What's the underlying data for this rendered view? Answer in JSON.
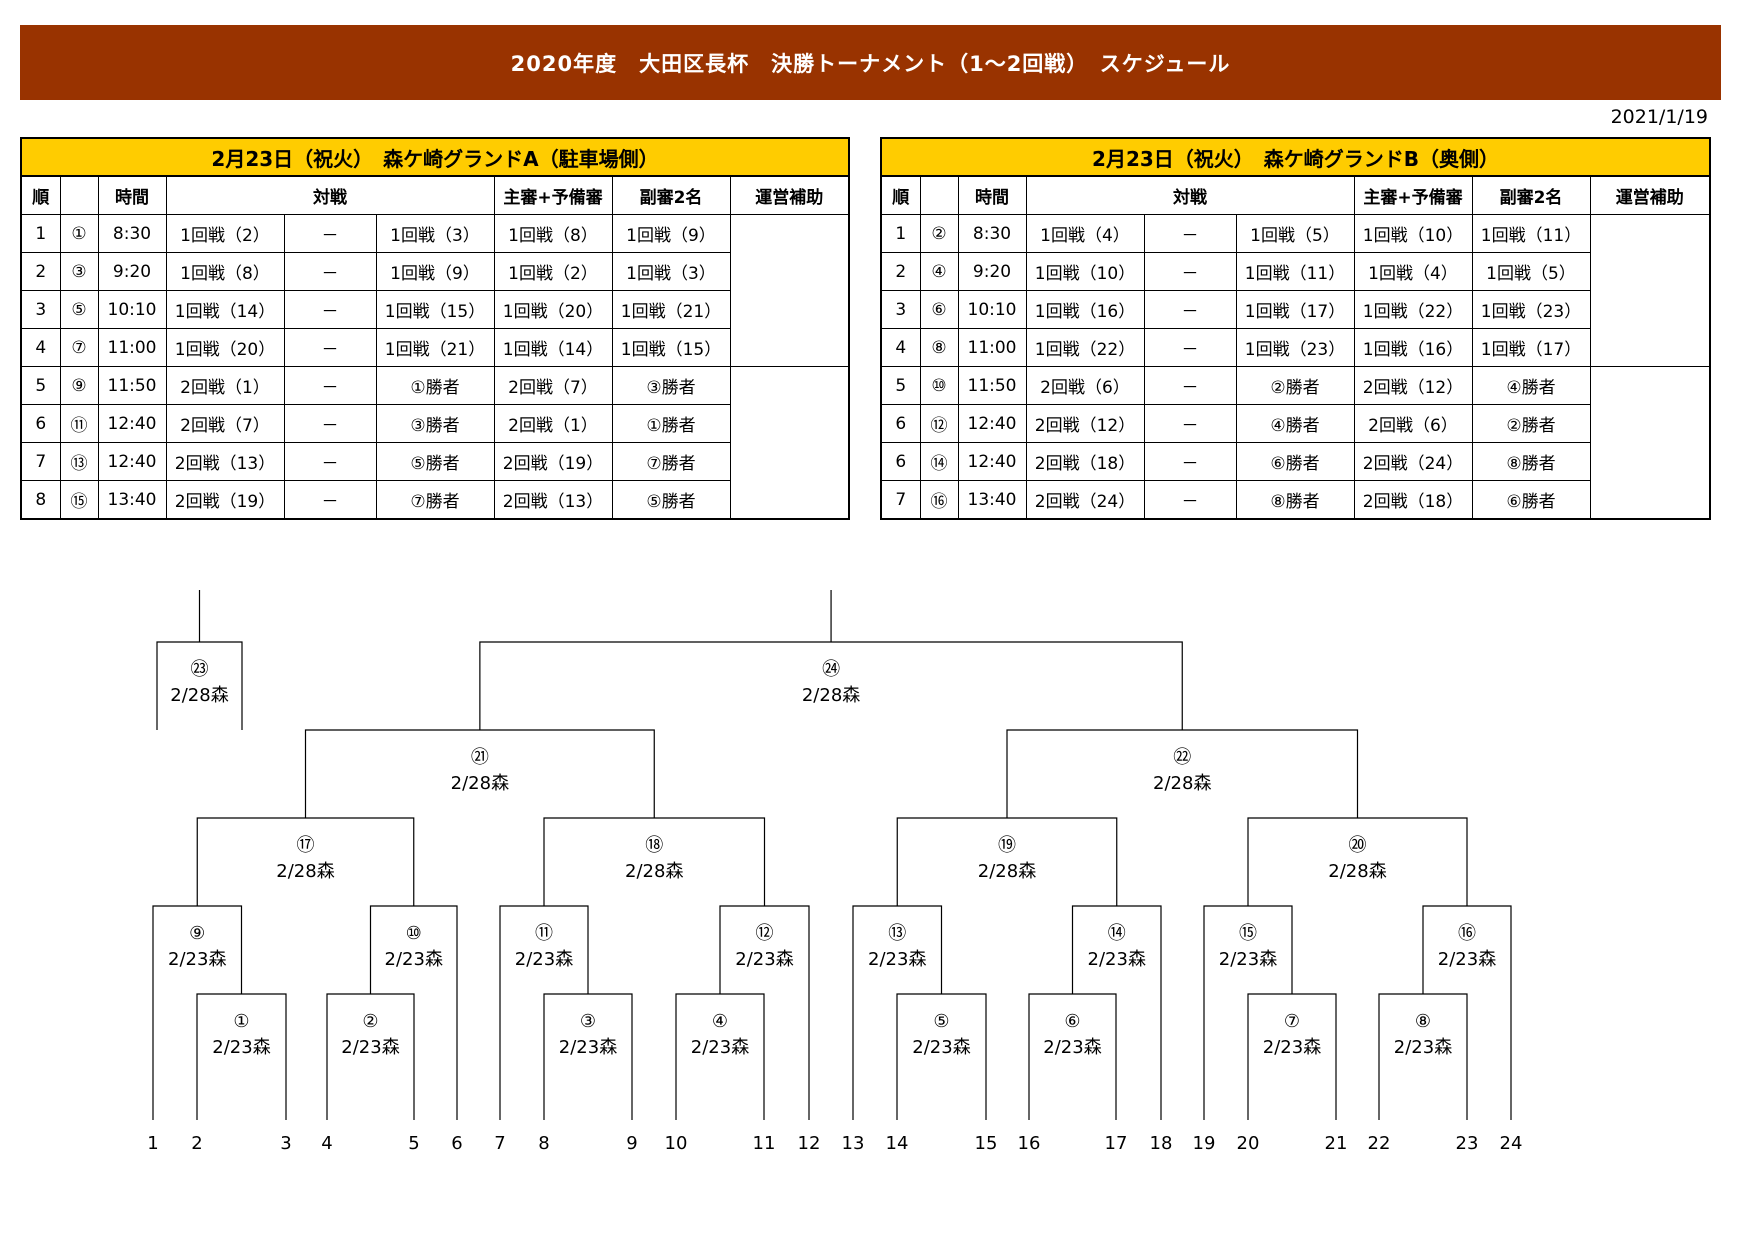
{
  "title": "2020年度　大田区長杯　決勝トーナメント（1～2回戦）　スケジュール",
  "updated": "2021/1/19",
  "headers": [
    "順",
    "",
    "時間",
    "対戦",
    "主審+予備審",
    "副審2名",
    "運営補助"
  ],
  "schedules": [
    {
      "caption": "2月23日（祝火）　森ケ崎グランドA（駐車場側）",
      "rows": [
        [
          "1",
          "①",
          "8:30",
          "1回戦（2）",
          "－",
          "1回戦（3）",
          "1回戦（8）",
          "1回戦（9）"
        ],
        [
          "2",
          "③",
          "9:20",
          "1回戦（8）",
          "－",
          "1回戦（9）",
          "1回戦（2）",
          "1回戦（3）"
        ],
        [
          "3",
          "⑤",
          "10:10",
          "1回戦（14）",
          "－",
          "1回戦（15）",
          "1回戦（20）",
          "1回戦（21）"
        ],
        [
          "4",
          "⑦",
          "11:00",
          "1回戦（20）",
          "－",
          "1回戦（21）",
          "1回戦（14）",
          "1回戦（15）"
        ],
        [
          "5",
          "⑨",
          "11:50",
          "2回戦（1）",
          "－",
          "①勝者",
          "2回戦（7）",
          "③勝者"
        ],
        [
          "6",
          "⑪",
          "12:40",
          "2回戦（7）",
          "－",
          "③勝者",
          "2回戦（1）",
          "①勝者"
        ],
        [
          "7",
          "⑬",
          "12:40",
          "2回戦（13）",
          "－",
          "⑤勝者",
          "2回戦（19）",
          "⑦勝者"
        ],
        [
          "8",
          "⑮",
          "13:40",
          "2回戦（19）",
          "－",
          "⑦勝者",
          "2回戦（13）",
          "⑤勝者"
        ]
      ]
    },
    {
      "caption": "2月23日（祝火）　森ケ崎グランドB（奥側）",
      "rows": [
        [
          "1",
          "②",
          "8:30",
          "1回戦（4）",
          "－",
          "1回戦（5）",
          "1回戦（10）",
          "1回戦（11）"
        ],
        [
          "2",
          "④",
          "9:20",
          "1回戦（10）",
          "－",
          "1回戦（11）",
          "1回戦（4）",
          "1回戦（5）"
        ],
        [
          "3",
          "⑥",
          "10:10",
          "1回戦（16）",
          "－",
          "1回戦（17）",
          "1回戦（22）",
          "1回戦（23）"
        ],
        [
          "4",
          "⑧",
          "11:00",
          "1回戦（22）",
          "－",
          "1回戦（23）",
          "1回戦（16）",
          "1回戦（17）"
        ],
        [
          "5",
          "⑩",
          "11:50",
          "2回戦（6）",
          "－",
          "②勝者",
          "2回戦（12）",
          "④勝者"
        ],
        [
          "6",
          "⑫",
          "12:40",
          "2回戦（12）",
          "－",
          "④勝者",
          "2回戦（6）",
          "②勝者"
        ],
        [
          "6",
          "⑭",
          "12:40",
          "2回戦（18）",
          "－",
          "⑥勝者",
          "2回戦（24）",
          "⑧勝者"
        ],
        [
          "7",
          "⑯",
          "13:40",
          "2回戦（24）",
          "－",
          "⑧勝者",
          "2回戦（18）",
          "⑥勝者"
        ]
      ]
    }
  ],
  "bracket": {
    "entries": [
      "1",
      "2",
      "3",
      "4",
      "5",
      "6",
      "7",
      "8",
      "9",
      "10",
      "11",
      "12",
      "13",
      "14",
      "15",
      "16",
      "17",
      "18",
      "19",
      "20",
      "21",
      "22",
      "23",
      "24"
    ],
    "matches": [
      {
        "no": "①",
        "date": "2/23森"
      },
      {
        "no": "②",
        "date": "2/23森"
      },
      {
        "no": "③",
        "date": "2/23森"
      },
      {
        "no": "④",
        "date": "2/23森"
      },
      {
        "no": "⑤",
        "date": "2/23森"
      },
      {
        "no": "⑥",
        "date": "2/23森"
      },
      {
        "no": "⑦",
        "date": "2/23森"
      },
      {
        "no": "⑧",
        "date": "2/23森"
      },
      {
        "no": "⑨",
        "date": "2/23森"
      },
      {
        "no": "⑩",
        "date": "2/23森"
      },
      {
        "no": "⑪",
        "date": "2/23森"
      },
      {
        "no": "⑫",
        "date": "2/23森"
      },
      {
        "no": "⑬",
        "date": "2/23森"
      },
      {
        "no": "⑭",
        "date": "2/23森"
      },
      {
        "no": "⑮",
        "date": "2/23森"
      },
      {
        "no": "⑯",
        "date": "2/23森"
      },
      {
        "no": "⑰",
        "date": "2/28森"
      },
      {
        "no": "⑱",
        "date": "2/28森"
      },
      {
        "no": "⑲",
        "date": "2/28森"
      },
      {
        "no": "⑳",
        "date": "2/28森"
      },
      {
        "no": "㉑",
        "date": "2/28森"
      },
      {
        "no": "㉒",
        "date": "2/28森"
      },
      {
        "no": "㉓",
        "date": "2/28森"
      },
      {
        "no": "㉔",
        "date": "2/28森"
      }
    ]
  }
}
